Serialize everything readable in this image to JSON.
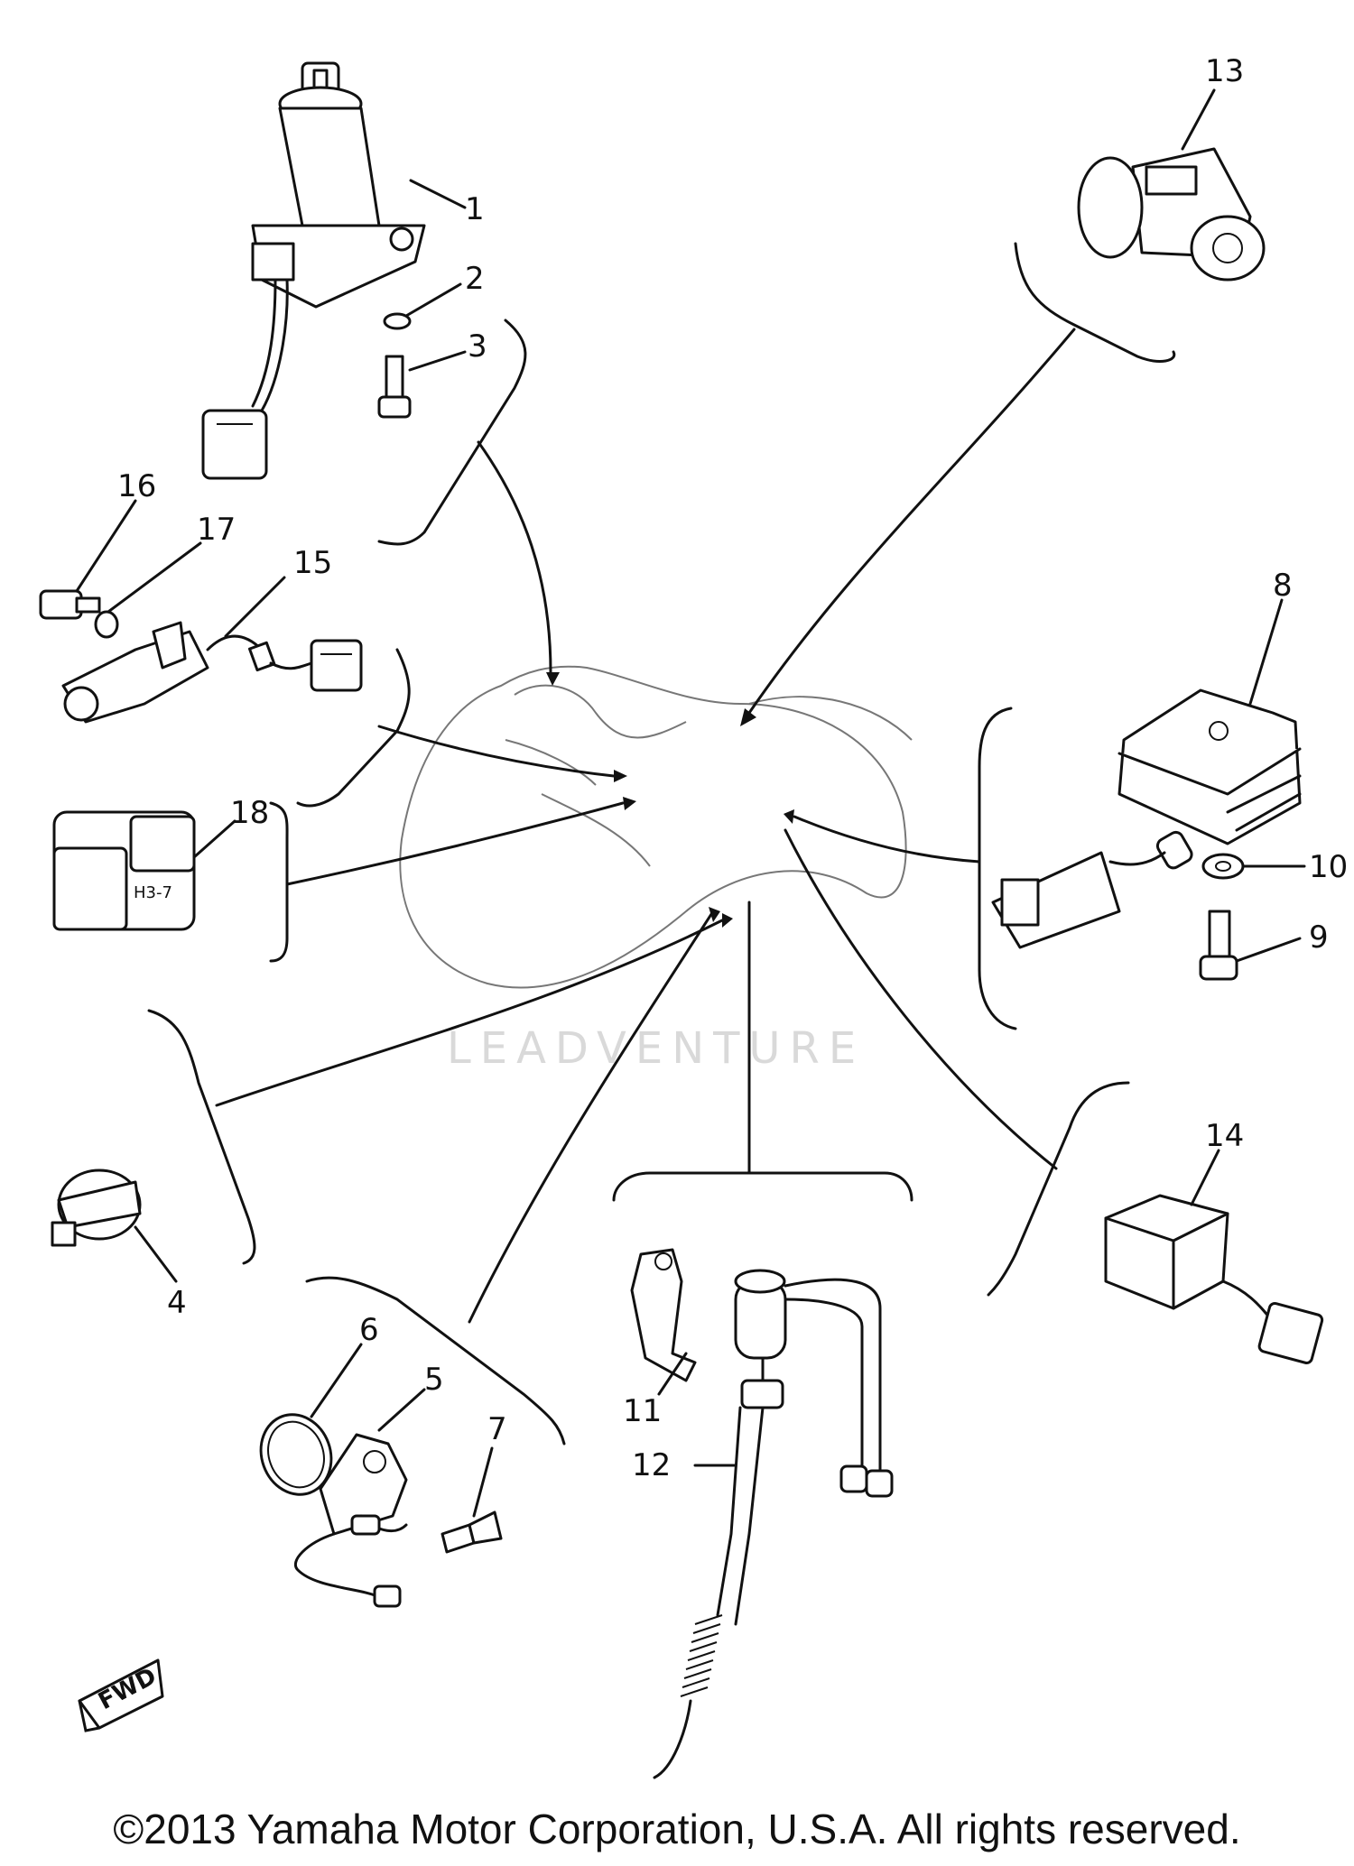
{
  "callouts": {
    "p1": "1",
    "p2": "2",
    "p3": "3",
    "p4": "4",
    "p5": "5",
    "p6": "6",
    "p7": "7",
    "p8": "8",
    "p9": "9",
    "p10": "10",
    "p11": "11",
    "p12": "12",
    "p13": "13",
    "p14": "14",
    "p15": "15",
    "p16": "16",
    "p17": "17",
    "p18": "18"
  },
  "fwd_label": "FWD",
  "watermark": "LEADVENTURE",
  "copyright": "©2013 Yamaha Motor Corporation, U.S.A. All rights reserved."
}
